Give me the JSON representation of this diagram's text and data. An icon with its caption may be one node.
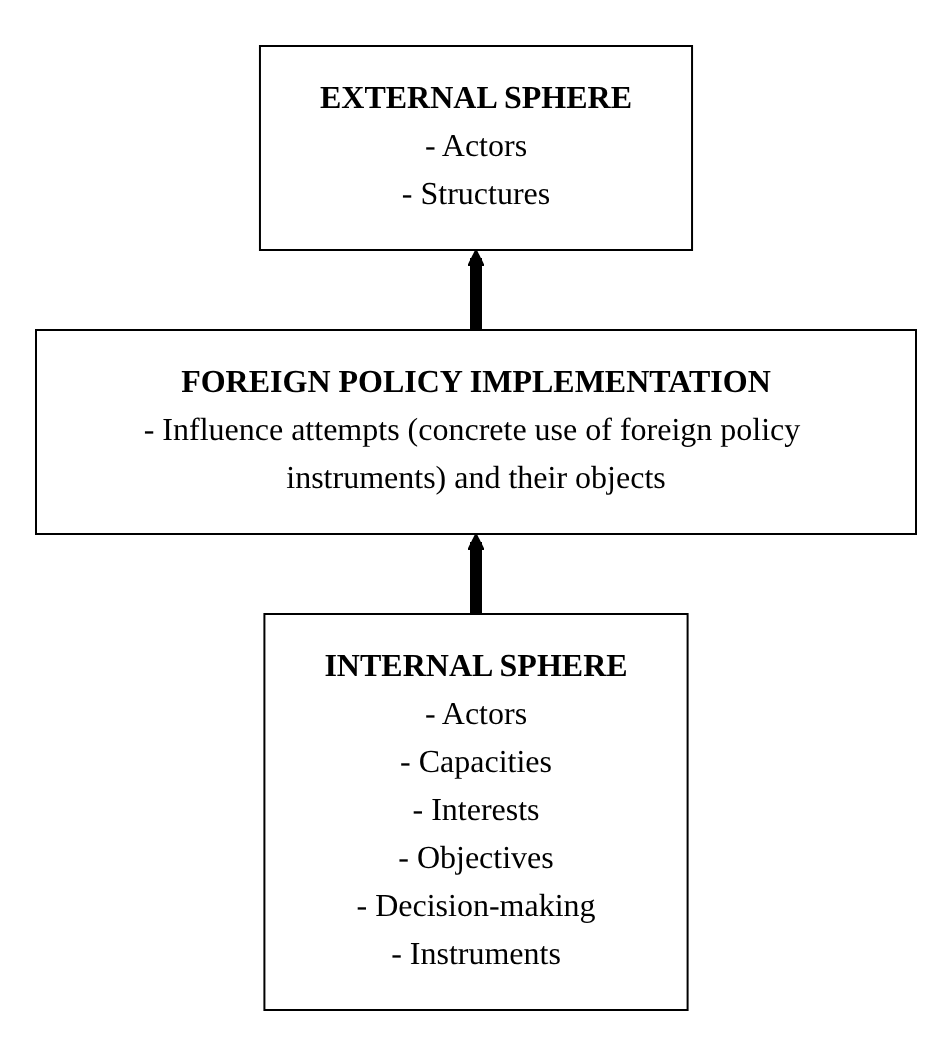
{
  "diagram": {
    "nodes": [
      {
        "text": [
          "EXTERNAL SPHERE",
          "- Actors",
          "- Structures"
        ]
      },
      {
        "text": [
          "FOREIGN POLICY IMPLEMENTATION",
          "- Influence attempts (concrete use of foreign policy instruments) and their objects"
        ]
      },
      {
        "text": [
          "INTERNAL SPHERE",
          "- Actors",
          "- Capacities",
          "- Interests",
          "- Objectives",
          "- Decision-making",
          "- Instruments"
        ]
      }
    ],
    "edges": [
      {
        "from": 2,
        "to": 1,
        "arrow": "to"
      },
      {
        "from": 1,
        "to": 0,
        "arrow": "to"
      }
    ]
  }
}
